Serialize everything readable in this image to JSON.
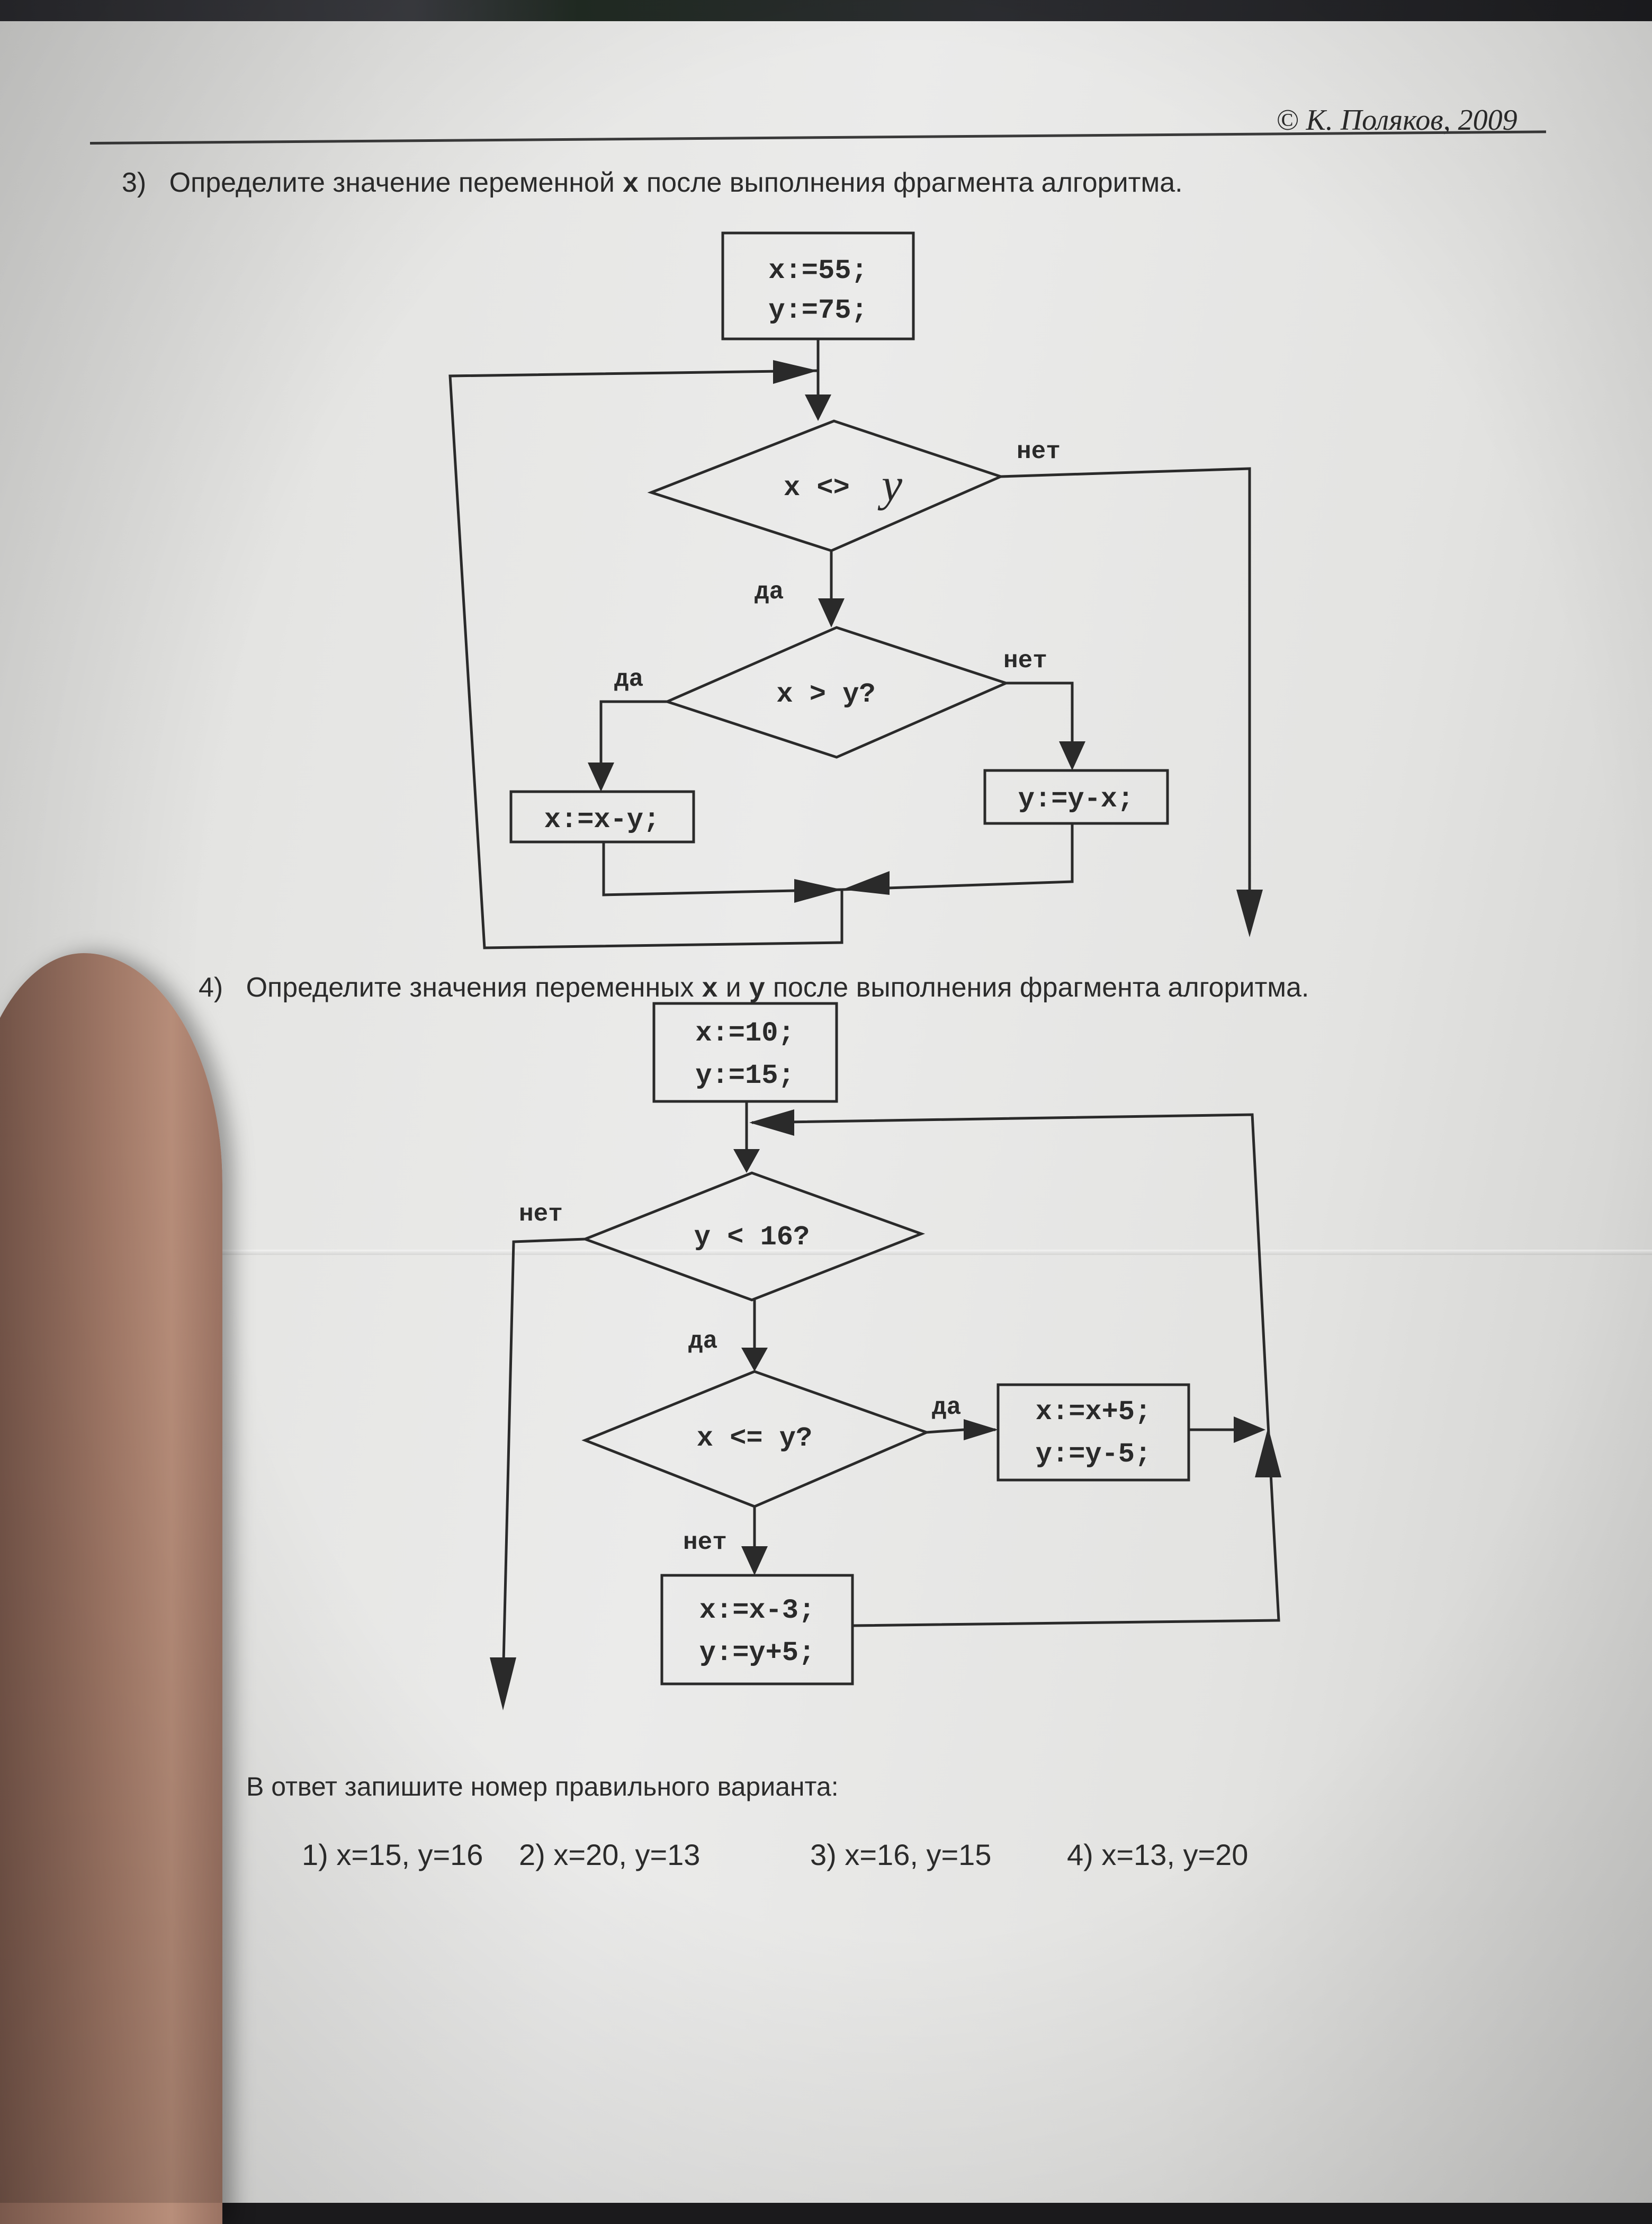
{
  "header": {
    "copyright": "© К. Поляков, 2009"
  },
  "task3": {
    "number": "3)",
    "question_before": "Определите значение переменной ",
    "question_var": "x",
    "question_after": " после выполнения фрагмента алгоритма.",
    "init_line1": "x:=55;",
    "init_line2": "y:=75;",
    "cond1_left": "x <>",
    "cond1_handwritten": "y",
    "cond1_no": "нет",
    "cond1_yes": "да",
    "cond2": "x > y?",
    "cond2_yes": "да",
    "cond2_no": "нет",
    "action_left": "x:=x-y;",
    "action_right": "y:=y-x;"
  },
  "task4": {
    "number": "4)",
    "question_before": "Определите значения переменных ",
    "question_var1": "x",
    "question_mid": " и ",
    "question_var2": "y",
    "question_after": " после выполнения фрагмента алгоритма.",
    "init_line1": "x:=10;",
    "init_line2": "y:=15;",
    "cond1": "y < 16?",
    "cond1_no": "нет",
    "cond1_yes": "да",
    "cond2": "x <= y?",
    "cond2_yes": "да",
    "cond2_no": "нет",
    "action_yes_line1": "x:=x+5;",
    "action_yes_line2": "y:=y-5;",
    "action_no_line1": "x:=x-3;",
    "action_no_line2": "y:=y+5;"
  },
  "answers": {
    "title": "В ответ запишите номер правильного варианта:",
    "options": [
      "1) x=15, y=16",
      "2) x=20, y=13",
      "3) x=16, y=15",
      "4) x=13, y=20"
    ]
  }
}
